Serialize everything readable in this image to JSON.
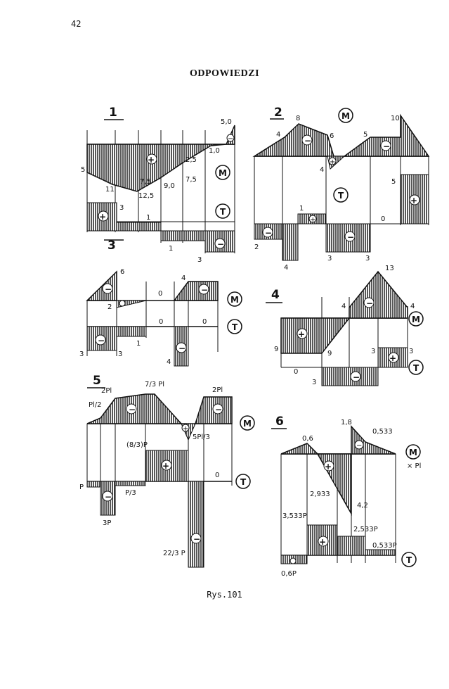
{
  "page_number": "42",
  "title": "ODPOWIEDZI",
  "caption": "Rys.101",
  "symbols": {
    "moment": "M",
    "shear": "T",
    "plus": "+",
    "minus": "−"
  },
  "d1": {
    "num": "1",
    "labels": [
      "5,0",
      "1,0",
      "2,5",
      "5",
      "11",
      "7,5",
      "12,5",
      "9,0",
      "7,5",
      "3",
      "1",
      "1",
      "3"
    ]
  },
  "d2": {
    "num": "2",
    "labels": [
      "8",
      "4",
      "6",
      "10",
      "5",
      "4",
      "5",
      "1",
      "0",
      "2",
      "4",
      "3",
      "3"
    ]
  },
  "d3": {
    "num": "3",
    "labels": [
      "6",
      "2",
      "0",
      "4",
      "0",
      "0",
      "1",
      "3",
      "3",
      "4"
    ]
  },
  "d4": {
    "num": "4",
    "labels": [
      "13",
      "4",
      "4",
      "9",
      "9",
      "3",
      "3",
      "0",
      "3"
    ]
  },
  "d5": {
    "num": "5",
    "labels": [
      "2Pl",
      "Pl/2",
      "7/3 Pl",
      "2Pl",
      "5Pl/3",
      "(8/3)P",
      "0",
      "P",
      "P/3",
      "3P",
      "22/3 P"
    ]
  },
  "d6": {
    "num": "6",
    "labels": [
      "0,6",
      "1,8",
      "0,533",
      "× Pl",
      "2,933",
      "3,533P",
      "4,2",
      "2,533P",
      "0,533P",
      "0,6P"
    ]
  }
}
